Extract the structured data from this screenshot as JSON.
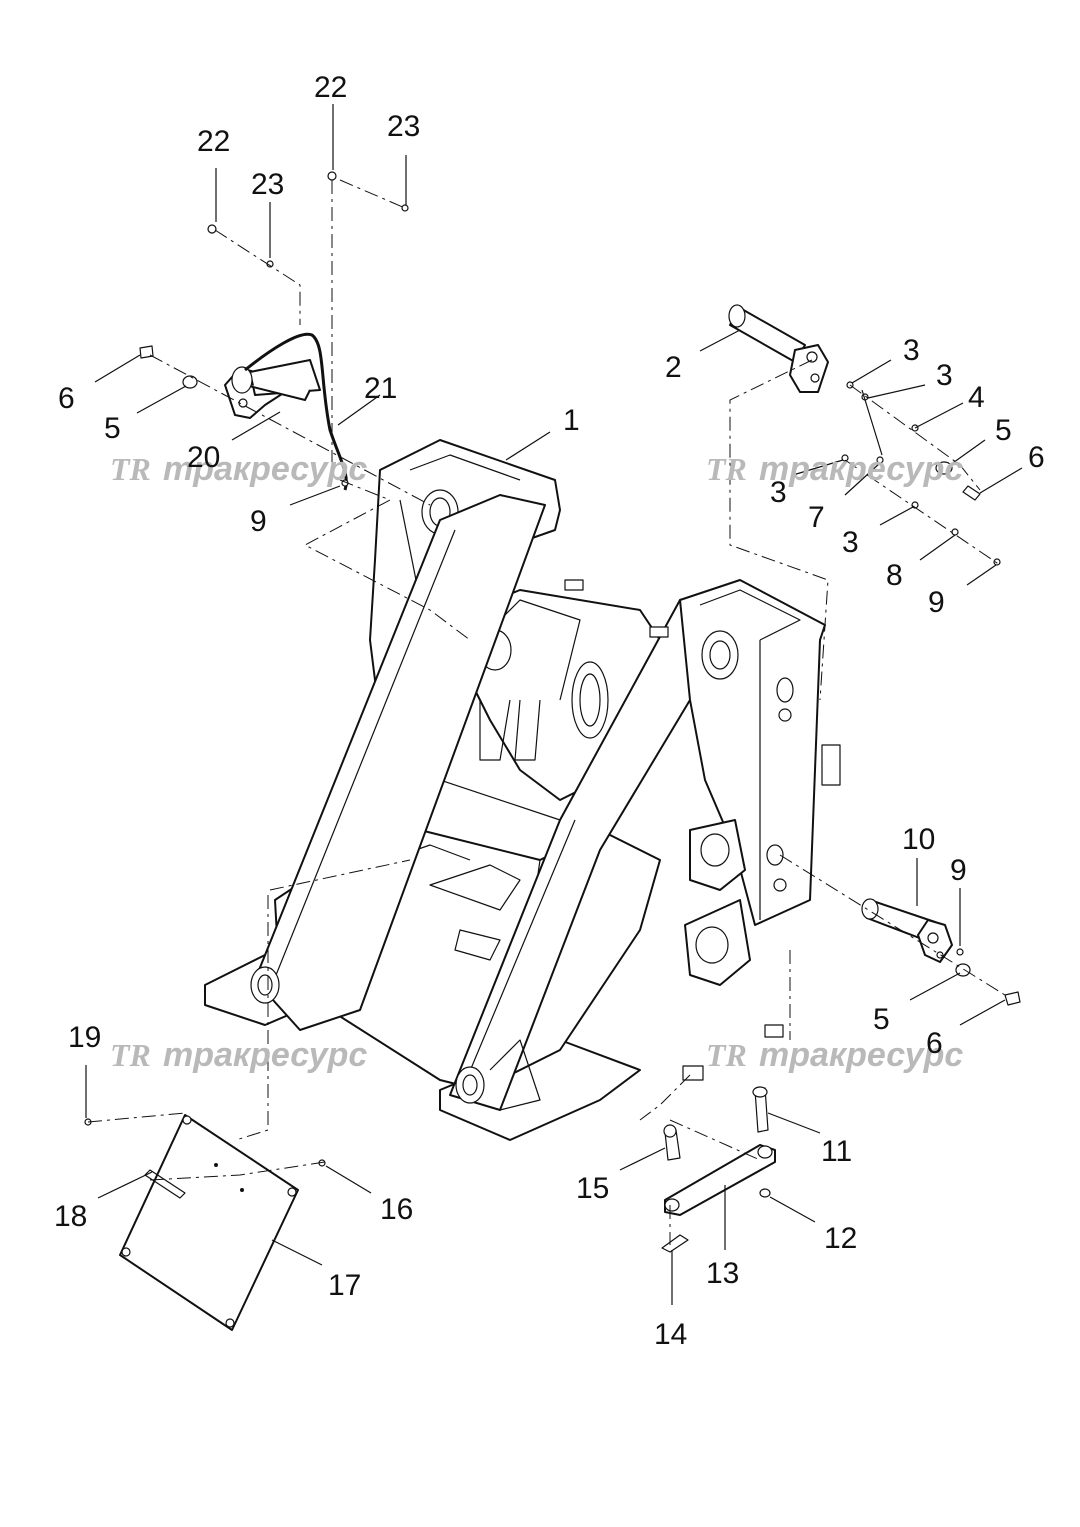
{
  "watermark": {
    "logo": "TR",
    "text": "тракресурс"
  },
  "callouts": {
    "c1": "1",
    "c2": "2",
    "c3a": "3",
    "c3b": "3",
    "c3c": "3",
    "c3d": "3",
    "c4": "4",
    "c5a": "5",
    "c5b": "5",
    "c5c": "5",
    "c6a": "6",
    "c6b": "6",
    "c6c": "6",
    "c7": "7",
    "c8": "8",
    "c9a": "9",
    "c9b": "9",
    "c9c": "9",
    "c10": "10",
    "c11": "11",
    "c12": "12",
    "c13": "13",
    "c14": "14",
    "c15": "15",
    "c16": "16",
    "c17": "17",
    "c18": "18",
    "c19": "19",
    "c20": "20",
    "c21": "21",
    "c22a": "22",
    "c22b": "22",
    "c23a": "23",
    "c23b": "23"
  }
}
